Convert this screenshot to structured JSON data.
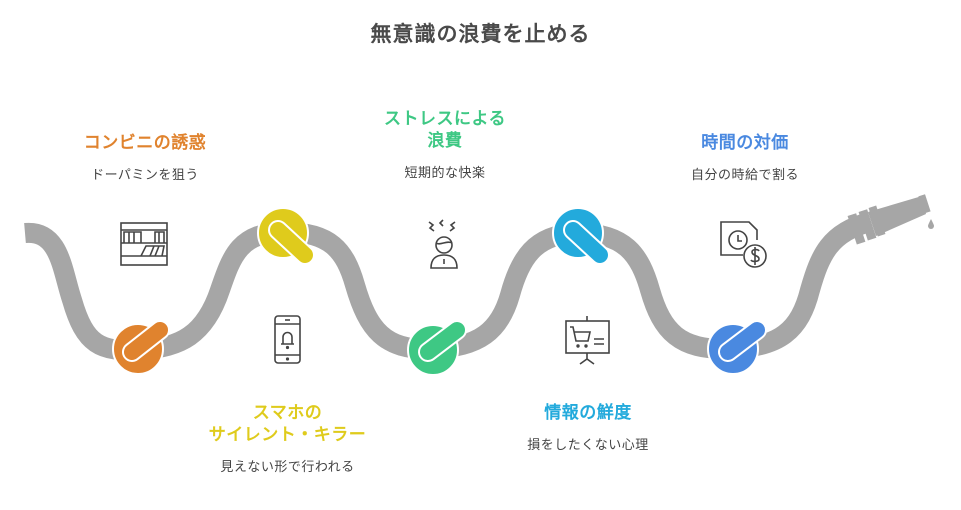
{
  "title": "無意識の浪費を止める",
  "colors": {
    "hose": "#a6a6a6",
    "icon": "#444444",
    "title": "#4a4a4a"
  },
  "steps": [
    {
      "heading": "コンビニの誘惑",
      "subtitle": "ドーパミンを狙う",
      "color": "#e0832e",
      "icon": "store-shelf-icon"
    },
    {
      "heading_line1": "スマホの",
      "heading_line2": "サイレント・キラー",
      "subtitle": "見えない形で行われる",
      "color": "#dfcb1c",
      "icon": "phone-bell-icon"
    },
    {
      "heading_line1": "ストレスによる",
      "heading_line2": "浪費",
      "subtitle": "短期的な快楽",
      "color": "#3ec884",
      "icon": "stressed-person-icon"
    },
    {
      "heading": "情報の鮮度",
      "subtitle": "損をしたくない心理",
      "color": "#23aadc",
      "icon": "shopping-presentation-icon"
    },
    {
      "heading": "時間の対価",
      "subtitle": "自分の時給で割る",
      "color": "#4a89e0",
      "icon": "time-money-icon"
    }
  ]
}
